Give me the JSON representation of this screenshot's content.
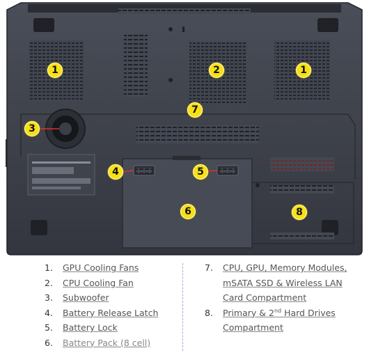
{
  "callouts": [
    {
      "num": "1"
    },
    {
      "num": "2"
    },
    {
      "num": "1"
    },
    {
      "num": "3"
    },
    {
      "num": "7"
    },
    {
      "num": "4"
    },
    {
      "num": "5"
    },
    {
      "num": "6"
    },
    {
      "num": "8"
    }
  ],
  "legend_left": [
    {
      "num": "1.",
      "text": "GPU Cooling Fans"
    },
    {
      "num": "2.",
      "text": "CPU Cooling Fan"
    },
    {
      "num": "3.",
      "text": "Subwoofer"
    },
    {
      "num": "4.",
      "text": "Battery Release Latch"
    },
    {
      "num": "5.",
      "text": "Battery Lock"
    },
    {
      "num": "6.",
      "text": "Battery Pack (8 cell)"
    }
  ],
  "legend_right": [
    {
      "num": "7.",
      "lines": [
        "CPU, GPU, Memory Modules,",
        "mSATA SSD & Wireless LAN",
        "Card Compartment"
      ]
    },
    {
      "num": "8.",
      "lines_html_pre": "Primary & 2",
      "sup": "nd",
      "lines_html_post": " Hard Drives",
      "line2": "Compartment"
    }
  ],
  "colors": {
    "chassis": "#3a3d46",
    "panel": "#444852",
    "callout_fill": "#f7e016",
    "divider": "#9bb0d8"
  }
}
